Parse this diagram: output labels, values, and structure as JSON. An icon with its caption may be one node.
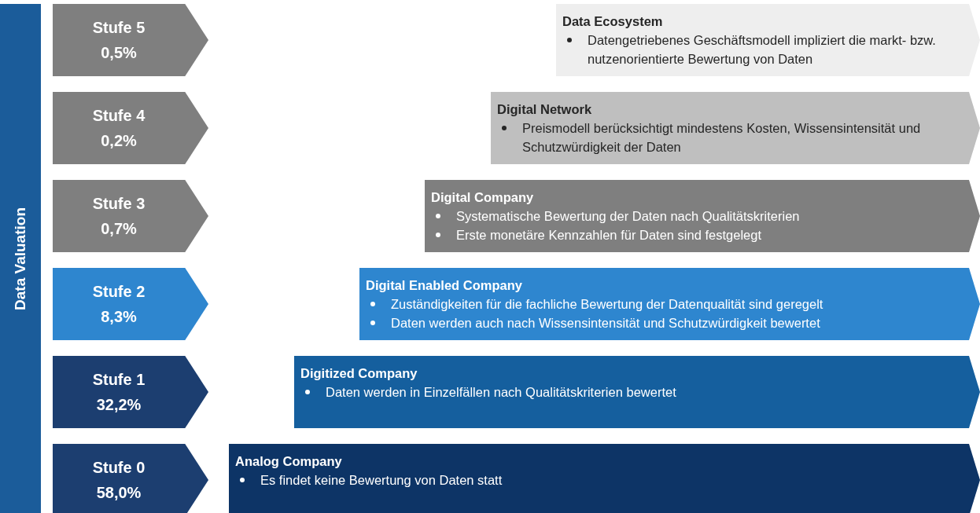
{
  "diagram": {
    "nodes": [
      {
        "text": [
          "Data Valuation"
        ]
      },
      {
        "text": [
          "Stufe 5",
          "0,5%"
        ]
      },
      {
        "text": [
          "Data Ecosystem",
          "Datengetriebenes Geschäftsmodell impliziert die markt- bzw. nutzenorientierte Bewertung von Daten"
        ]
      },
      {
        "text": [
          "Stufe 4",
          "0,2%"
        ]
      },
      {
        "text": [
          "Digital Network",
          "Preismodell berücksichtigt mindestens Kosten, Wissensintensität und Schutzwürdigkeit der Daten"
        ]
      },
      {
        "text": [
          "Stufe 3",
          "0,7%"
        ]
      },
      {
        "text": [
          "Digital Company",
          "Systematische Bewertung der Daten nach Qualitätskriterien",
          "Erste monetäre Kennzahlen für Daten sind festgelegt"
        ]
      },
      {
        "text": [
          "Stufe 2",
          "8,3%"
        ]
      },
      {
        "text": [
          "Digital Enabled Company",
          "Zuständigkeiten für die fachliche Bewertung der Datenqualität sind geregelt",
          "Daten werden auch nach Wissensintensität und Schutzwürdigkeit bewertet"
        ]
      },
      {
        "text": [
          "Stufe 1",
          "32,2%"
        ]
      },
      {
        "text": [
          "Digitized Company",
          "Daten werden in Einzelfällen nach Qualitätskriterien bewertet"
        ]
      },
      {
        "text": [
          "Stufe 0",
          "58,0%"
        ]
      },
      {
        "text": [
          "Analog Company",
          "Es findet keine Bewertung von Daten statt"
        ]
      }
    ]
  }
}
